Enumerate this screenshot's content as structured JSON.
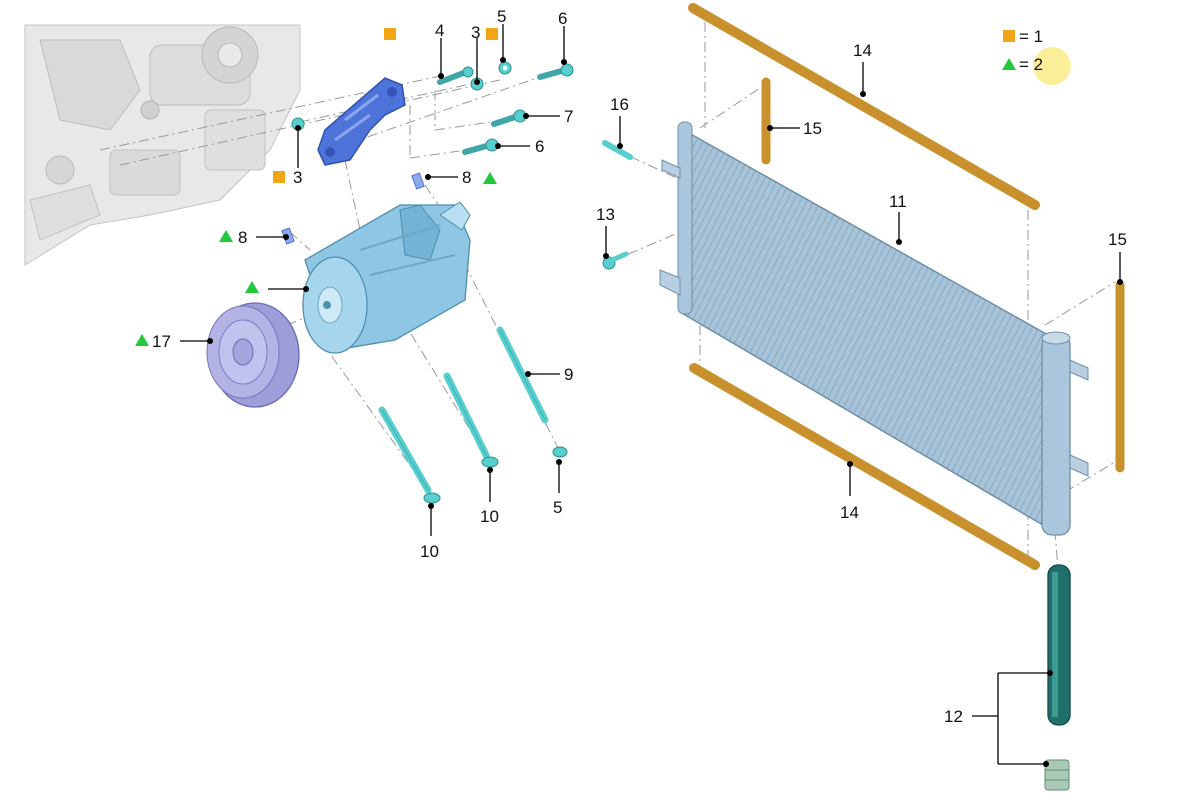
{
  "colors": {
    "mounting_strip": "#c9912e",
    "condenser": "#9fbfd6",
    "compressor": "#8fc6e3",
    "pulley": "#b3b3e6",
    "bracket": "#4f74d9",
    "bolt": "#58cfcf",
    "receiver_drier": "#1f6f6a",
    "engine_block": "#e8e8e8",
    "legend_square": "#f2a516",
    "legend_triangle": "#22c93a",
    "highlight": "#fbef9a"
  },
  "legend": {
    "square_label": "= 1",
    "triangle_label": "= 2"
  },
  "parts": {
    "compressor_bracket": {
      "label": ""
    },
    "pin": {
      "label": "3"
    },
    "bolt_4": {
      "label": "4"
    },
    "nut_5": {
      "label": "5"
    },
    "bolt_6": {
      "label": "6"
    },
    "bolt_7": {
      "label": "7"
    },
    "stud_8": {
      "label": "8"
    },
    "bolt_9": {
      "label": "9"
    },
    "bolt_10": {
      "label": "10"
    },
    "condenser": {
      "label": "11"
    },
    "receiver_drier": {
      "label": "12"
    },
    "bolt_13": {
      "label": "13"
    },
    "mounting_strip_14": {
      "label": "14"
    },
    "mounting_strip_15": {
      "label": "15"
    },
    "bolt_16": {
      "label": "16"
    },
    "clutch_pulley": {
      "label": "17"
    }
  }
}
